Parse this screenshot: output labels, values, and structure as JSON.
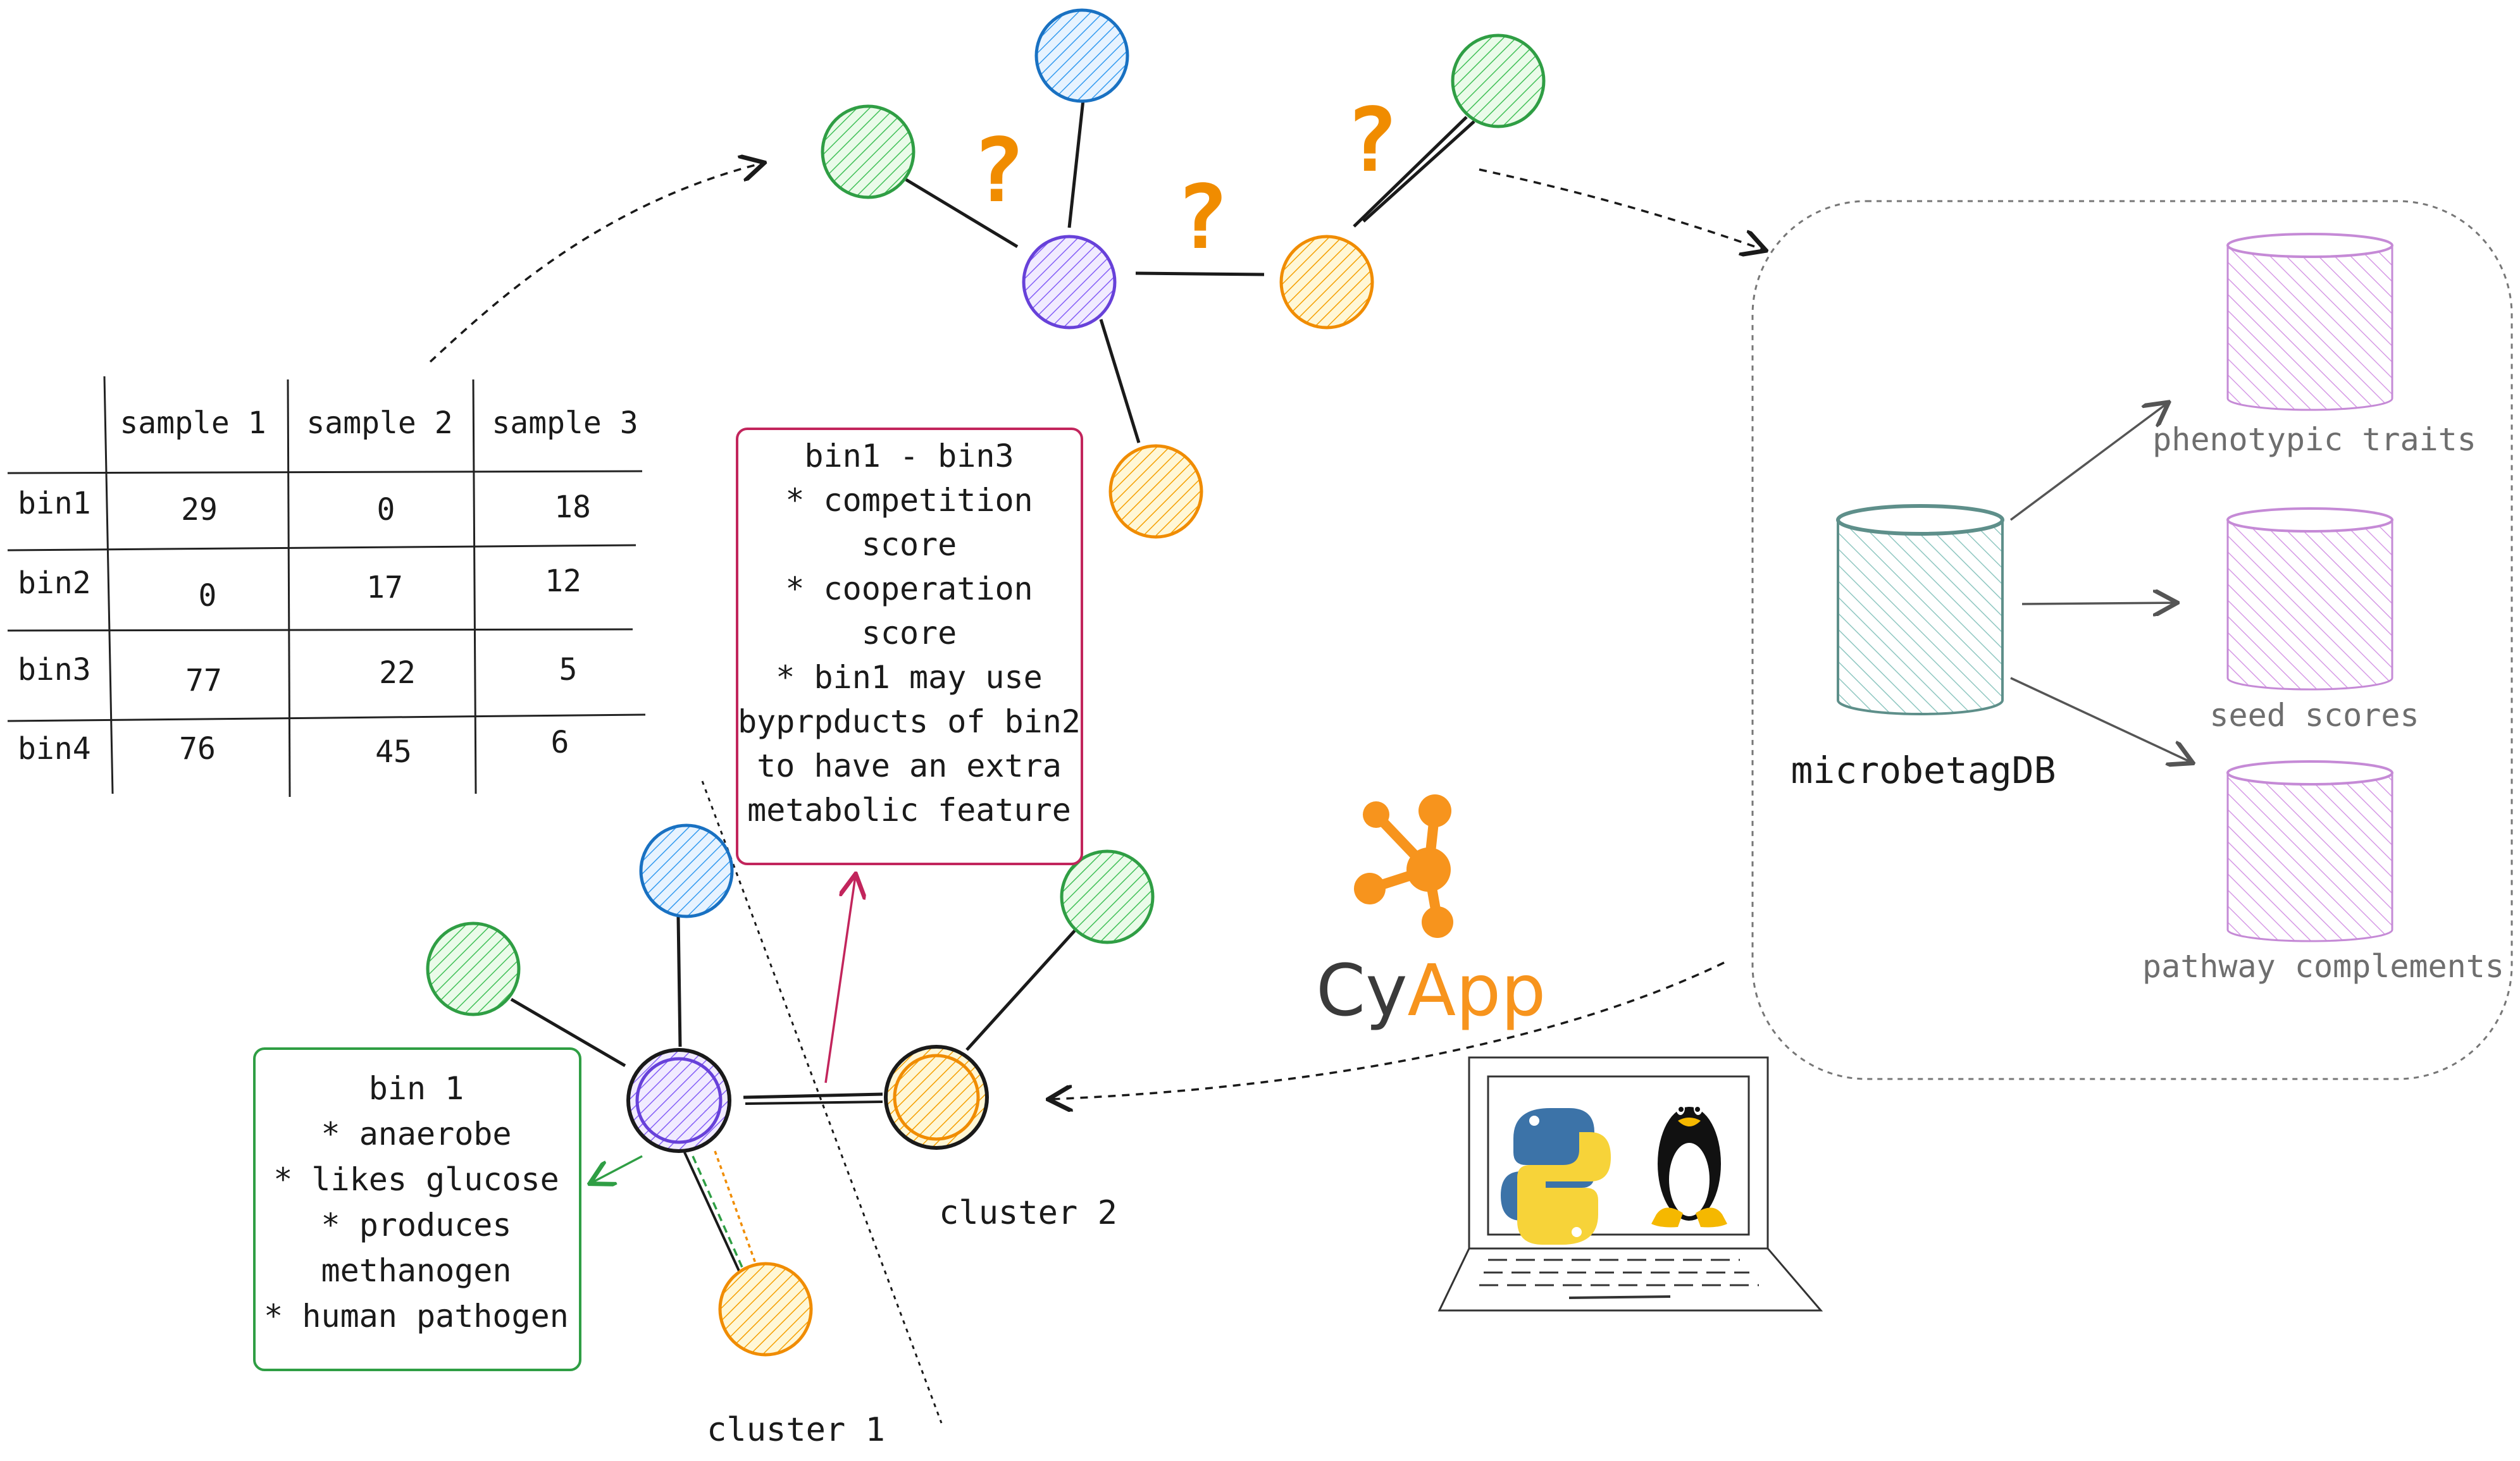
{
  "table": {
    "columns": [
      "sample 1",
      "sample 2",
      "sample 3"
    ],
    "rows": [
      {
        "label": "bin1",
        "values": [
          "29",
          "0",
          "18"
        ]
      },
      {
        "label": "bin2",
        "values": [
          "0",
          "17",
          "12"
        ]
      },
      {
        "label": "bin3",
        "values": [
          "77",
          "22",
          "5"
        ]
      },
      {
        "label": "bin4",
        "values": [
          "76",
          "45",
          "6"
        ]
      }
    ]
  },
  "top_network": {
    "question_marks": [
      "?",
      "?",
      "?"
    ]
  },
  "pair_box": {
    "lines": [
      "bin1 - bin3",
      "* competition",
      "score",
      "* cooperation",
      "score",
      "* bin1 may use",
      "byprpducts of bin2",
      "to have an extra",
      "metabolic feature"
    ]
  },
  "bin_box": {
    "lines": [
      "bin 1",
      "* anaerobe",
      "* likes glucose",
      "* produces",
      "methanogen",
      "* human pathogen"
    ]
  },
  "clusters": {
    "cluster1": "cluster 1",
    "cluster2": "cluster 2"
  },
  "database": {
    "main": "microbetagDB",
    "outputs": [
      "phenotypic traits",
      "seed scores",
      "pathway complements"
    ]
  },
  "cyapp": {
    "part1": "Cy",
    "part2": "App"
  },
  "icons": [
    "cytoscape-logo-icon",
    "laptop-icon",
    "python-logo-icon",
    "linux-tux-icon"
  ],
  "colors": {
    "green": "#2f9e44",
    "green_fill": "#b2f2bb",
    "blue": "#1971c2",
    "blue_fill": "#a5d8ff",
    "purple": "#6741d9",
    "purple_fill": "#d0bfff",
    "orange": "#f08c00",
    "orange_fill": "#ffd43b",
    "pink_border": "#c2255c",
    "db_teal": "#6fa8a3",
    "db_purple": "#be4bdb",
    "cy_orange": "#f7941d"
  }
}
